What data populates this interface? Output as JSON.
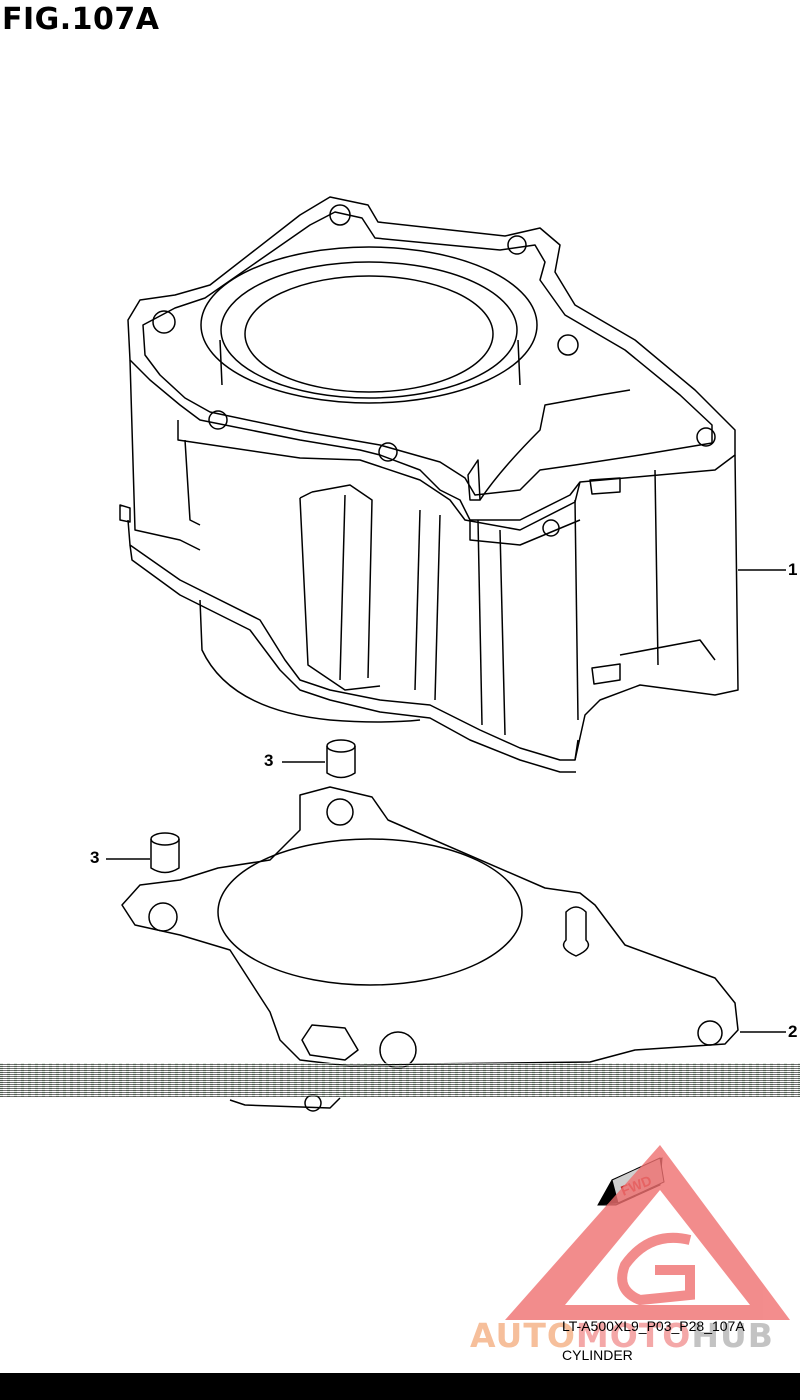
{
  "figure": {
    "title": "FIG.107A"
  },
  "parts": [
    {
      "number": "1"
    },
    {
      "number": "2"
    },
    {
      "number": "3"
    },
    {
      "number": "3"
    }
  ],
  "footer": {
    "code": "LT-A500XL9_P03_P28_107A",
    "name": "CYLINDER"
  },
  "direction_marker": {
    "label": "FWD"
  },
  "watermark": {
    "part_a": "AUTO",
    "part_b": "MOTO",
    "part_c": "HUB",
    "color": "#f07070"
  },
  "colors": {
    "line": "#000000",
    "background": "#ffffff",
    "watermark_red": "#f07070"
  }
}
